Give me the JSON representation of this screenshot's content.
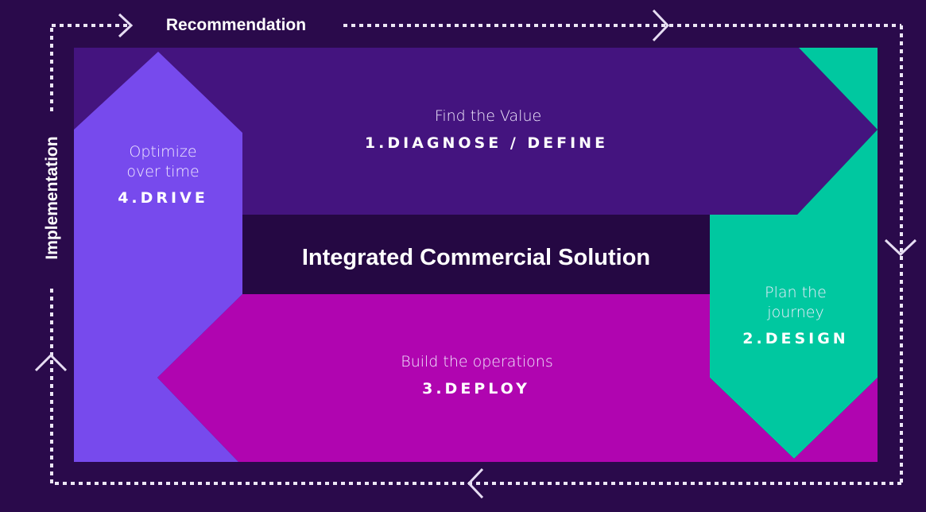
{
  "diagram": {
    "center_title": "Integrated Commercial Solution",
    "outer_labels": {
      "top": "Recommendation",
      "left": "Implementation"
    },
    "stages": [
      {
        "subtitle": "Find the Value",
        "title": "1.DIAGNOSE / DEFINE",
        "color": "#44147f"
      },
      {
        "subtitle_lines": [
          "Plan the",
          "journey"
        ],
        "title": "2.DESIGN",
        "color": "#00c8a0"
      },
      {
        "subtitle": "Build the operations",
        "title": "3.DEPLOY",
        "color": "#b005b0"
      },
      {
        "subtitle_lines": [
          "Optimize",
          "over time"
        ],
        "title": "4.DRIVE",
        "color": "#774aed"
      }
    ],
    "background": "#2a0a4b"
  }
}
